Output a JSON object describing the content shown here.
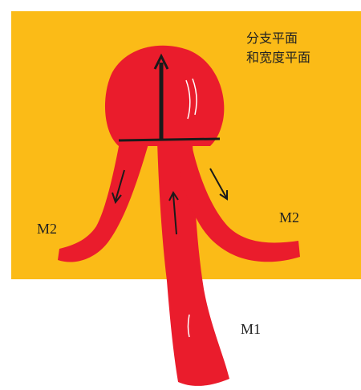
{
  "colors": {
    "background_panel": "#fbbb17",
    "vessel": "#ea1c2c",
    "arrow": "#1a1a1a",
    "highlight": "#ffffff"
  },
  "labels": {
    "plane_line1": "分支平面",
    "plane_line2": "和宽度平面",
    "m2_left": "M2",
    "m2_right": "M2",
    "m1": "M1"
  }
}
